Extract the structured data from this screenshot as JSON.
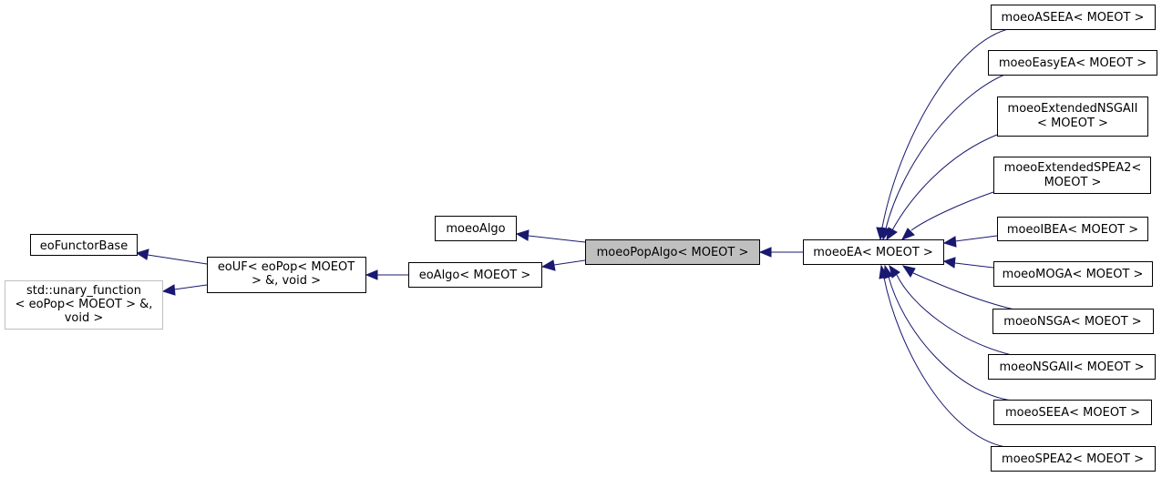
{
  "colors": {
    "edge": "#191970",
    "node_border": "#000000",
    "node_border_muted": "#bfbfbf",
    "current_fill": "#bfbfbf",
    "background": "#ffffff"
  },
  "nodes": {
    "eoFunctorBase": {
      "lines": [
        "eoFunctorBase"
      ]
    },
    "unaryFunction": {
      "lines": [
        "std::unary_function",
        "< eoPop< MOEOT > &,",
        "void >"
      ]
    },
    "eoUF": {
      "lines": [
        "eoUF< eoPop< MOEOT",
        "> &, void >"
      ]
    },
    "moeoAlgo": {
      "lines": [
        "moeoAlgo"
      ]
    },
    "eoAlgo": {
      "lines": [
        "eoAlgo< MOEOT >"
      ]
    },
    "moeoPopAlgo": {
      "lines": [
        "moeoPopAlgo< MOEOT >"
      ]
    },
    "moeoEA": {
      "lines": [
        "moeoEA< MOEOT >"
      ]
    },
    "moeoASEEA": {
      "lines": [
        "moeoASEEA< MOEOT >"
      ]
    },
    "moeoEasyEA": {
      "lines": [
        "moeoEasyEA< MOEOT >"
      ]
    },
    "moeoExtendedNSGAII": {
      "lines": [
        "moeoExtendedNSGAII",
        "< MOEOT >"
      ]
    },
    "moeoExtendedSPEA2": {
      "lines": [
        "moeoExtendedSPEA2<",
        "MOEOT >"
      ]
    },
    "moeoIBEA": {
      "lines": [
        "moeoIBEA< MOEOT >"
      ]
    },
    "moeoMOGA": {
      "lines": [
        "moeoMOGA< MOEOT >"
      ]
    },
    "moeoNSGA": {
      "lines": [
        "moeoNSGA< MOEOT >"
      ]
    },
    "moeoNSGAII": {
      "lines": [
        "moeoNSGAII< MOEOT >"
      ]
    },
    "moeoSEEA": {
      "lines": [
        "moeoSEEA< MOEOT >"
      ]
    },
    "moeoSPEA2": {
      "lines": [
        "moeoSPEA2< MOEOT >"
      ]
    }
  },
  "edges": [
    {
      "from": "eoUF",
      "to": "eoFunctorBase"
    },
    {
      "from": "eoUF",
      "to": "unaryFunction"
    },
    {
      "from": "eoAlgo",
      "to": "eoUF"
    },
    {
      "from": "moeoPopAlgo",
      "to": "moeoAlgo"
    },
    {
      "from": "moeoPopAlgo",
      "to": "eoAlgo"
    },
    {
      "from": "moeoEA",
      "to": "moeoPopAlgo"
    },
    {
      "from": "moeoASEEA",
      "to": "moeoEA"
    },
    {
      "from": "moeoEasyEA",
      "to": "moeoEA"
    },
    {
      "from": "moeoExtendedNSGAII",
      "to": "moeoEA"
    },
    {
      "from": "moeoExtendedSPEA2",
      "to": "moeoEA"
    },
    {
      "from": "moeoIBEA",
      "to": "moeoEA"
    },
    {
      "from": "moeoMOGA",
      "to": "moeoEA"
    },
    {
      "from": "moeoNSGA",
      "to": "moeoEA"
    },
    {
      "from": "moeoNSGAII",
      "to": "moeoEA"
    },
    {
      "from": "moeoSEEA",
      "to": "moeoEA"
    },
    {
      "from": "moeoSPEA2",
      "to": "moeoEA"
    }
  ]
}
